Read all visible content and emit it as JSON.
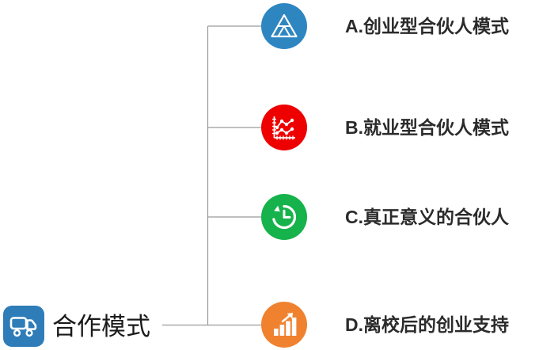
{
  "diagram": {
    "type": "tree-branch-diagram",
    "root": {
      "label": "合作模式",
      "icon": "truck-icon",
      "icon_color": "#2E7DB8"
    },
    "branches": [
      {
        "label": "A.创业型合伙人模式",
        "icon": "pyramid-triangle-icon",
        "color": "#2E86C1"
      },
      {
        "label": "B.就业型合伙人模式",
        "icon": "line-chart-icon",
        "color": "#EE0000"
      },
      {
        "label": "C.真正意义的合伙人",
        "icon": "history-clock-icon",
        "color": "#16B24B"
      },
      {
        "label": "D.离校后的创业支持",
        "icon": "bar-chart-growth-icon",
        "color": "#F0812F"
      }
    ],
    "connector_color": "#9a9a9a",
    "background": "#FFFFFF"
  }
}
